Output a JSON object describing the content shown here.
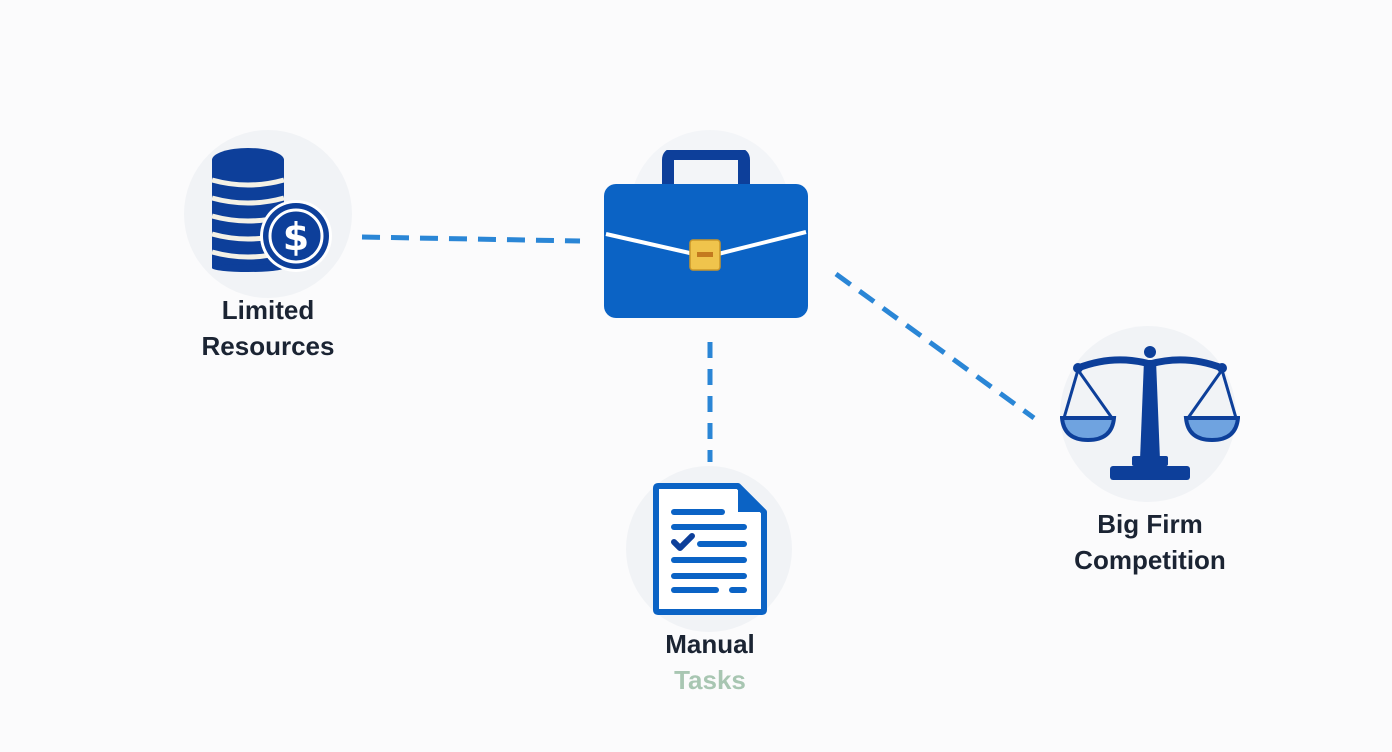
{
  "diagram": {
    "center": {
      "icon": "briefcase-icon"
    },
    "nodes": [
      {
        "id": "limited-resources",
        "icon": "coins-dollar-icon",
        "label_lines": [
          "Limited",
          "Resources"
        ]
      },
      {
        "id": "manual-tasks",
        "icon": "checklist-document-icon",
        "label_lines": [
          "Manual",
          "Tasks"
        ]
      },
      {
        "id": "big-firm-competition",
        "icon": "scales-of-justice-icon",
        "label_lines": [
          "Big Firm",
          "Competition"
        ]
      }
    ],
    "colors": {
      "primary_blue": "#0b63c5",
      "dark_blue": "#0d3f9a",
      "connector": "#2a86d6",
      "clasp": "#f0c44c",
      "text": "#1b2433",
      "faded_text": "#a8c6b2"
    }
  }
}
